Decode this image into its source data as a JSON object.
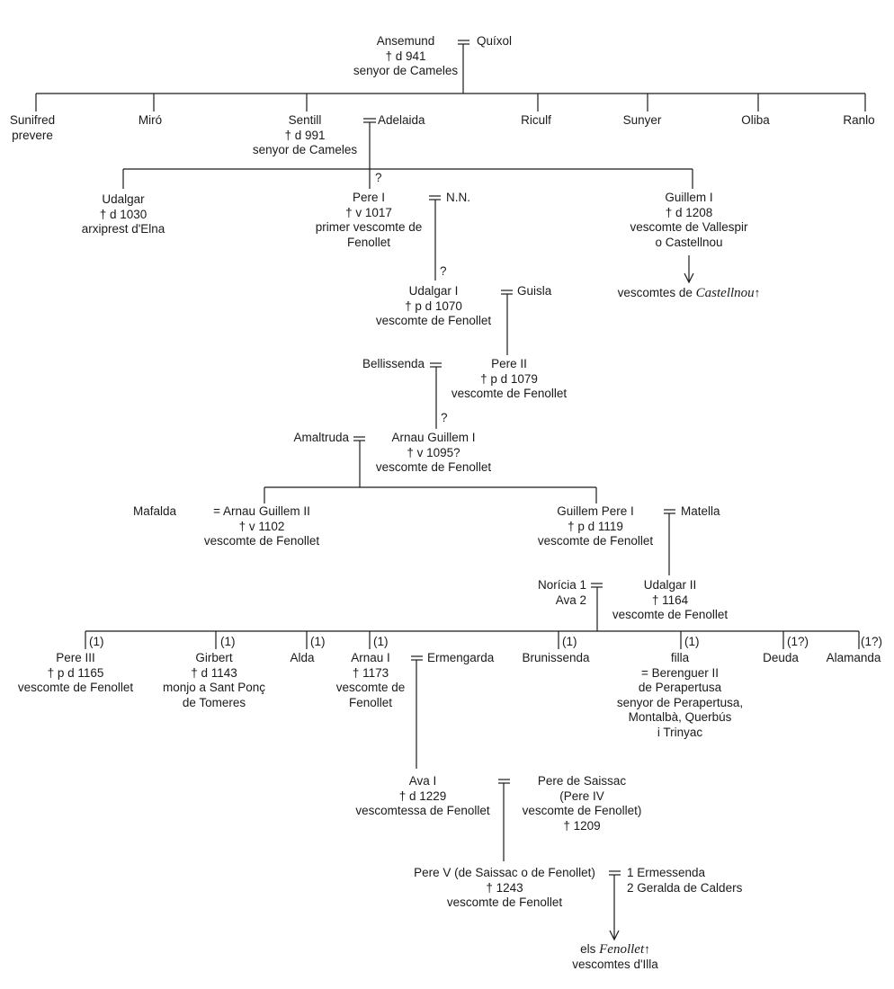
{
  "persons": {
    "ansemund": {
      "lines": [
        "Ansemund",
        "† d 941",
        "senyor de Cameles"
      ]
    },
    "quixol": {
      "lines": [
        "Quíxol"
      ]
    },
    "sunifred": {
      "lines": [
        "Sunifred",
        "prevere"
      ]
    },
    "miro": {
      "lines": [
        "Miró"
      ]
    },
    "sentill": {
      "lines": [
        "Sentill",
        "† d 991",
        "senyor de Cameles"
      ]
    },
    "adelaida": {
      "lines": [
        "Adelaida"
      ]
    },
    "riculf": {
      "lines": [
        "Riculf"
      ]
    },
    "sunyer": {
      "lines": [
        "Sunyer"
      ]
    },
    "oliba": {
      "lines": [
        "Oliba"
      ]
    },
    "ranlo": {
      "lines": [
        "Ranlo"
      ]
    },
    "udalgar": {
      "lines": [
        "Udalgar",
        "† d 1030",
        "arxiprest d'Elna"
      ]
    },
    "pere1": {
      "lines": [
        "Pere I",
        "† v 1017",
        "primer vescomte de",
        "Fenollet"
      ]
    },
    "nn": {
      "lines": [
        "N.N."
      ]
    },
    "guillem1": {
      "lines": [
        "Guillem I",
        "† d 1208",
        "vescomte de Vallespir",
        "o Castellnou"
      ]
    },
    "castellnou": {
      "prefix": "vescomtes de",
      "name": "Castellnou",
      "arrow": "↑"
    },
    "udalgar1": {
      "lines": [
        "Udalgar I",
        "† p d 1070",
        "vescomte de Fenollet"
      ]
    },
    "guisla": {
      "lines": [
        "Guisla"
      ]
    },
    "bellissenda": {
      "lines": [
        "Bellissenda"
      ]
    },
    "pere2": {
      "lines": [
        "Pere II",
        "† p d 1079",
        "vescomte de Fenollet"
      ]
    },
    "amaltruda": {
      "lines": [
        "Amaltruda"
      ]
    },
    "arnau_g1": {
      "lines": [
        "Arnau Guillem I",
        "† v 1095?",
        "vescomte de Fenollet"
      ]
    },
    "mafalda": {
      "lines": [
        "Mafalda"
      ]
    },
    "arnau_g2": {
      "lines": [
        "= Arnau Guillem II",
        "† v 1102",
        "vescomte de Fenollet"
      ]
    },
    "guillem_p1": {
      "lines": [
        "Guillem Pere I",
        "† p d 1119",
        "vescomte de Fenollet"
      ]
    },
    "matella": {
      "lines": [
        "Matella"
      ]
    },
    "noricia": {
      "lines": [
        "Norícia 1",
        "Ava 2"
      ]
    },
    "udalgar2": {
      "lines": [
        "Udalgar II",
        "† 1164",
        "vescomte de Fenollet"
      ]
    },
    "pere3": {
      "lines": [
        "Pere III",
        "† p d 1165",
        "vescomte de Fenollet"
      ]
    },
    "girbert": {
      "lines": [
        "Girbert",
        "† d 1143",
        "monjo a Sant Ponç",
        "de Tomeres"
      ]
    },
    "alda": {
      "lines": [
        "Alda"
      ]
    },
    "arnau1": {
      "lines": [
        "Arnau I",
        "† 1173",
        "vescomte de",
        "Fenollet"
      ]
    },
    "ermengarda": {
      "lines": [
        "Ermengarda"
      ]
    },
    "brunissenda": {
      "lines": [
        "Brunissenda"
      ]
    },
    "filla": {
      "lines": [
        "filla",
        "= Berenguer II",
        "de Perapertusa",
        "senyor de Perapertusa,",
        "Montalbà, Querbús",
        "i Trinyac"
      ]
    },
    "deuda": {
      "lines": [
        "Deuda"
      ]
    },
    "alamanda": {
      "lines": [
        "Alamanda"
      ]
    },
    "ava1": {
      "lines": [
        "Ava I",
        "† d 1229",
        "vescomtessa de Fenollet"
      ]
    },
    "pere_saissac": {
      "lines": [
        "Pere de Saissac",
        "(Pere IV",
        "vescomte de Fenollet)",
        "† 1209"
      ]
    },
    "pere5": {
      "lines": [
        "Pere V (de Saissac o de Fenollet)",
        "† 1243",
        "vescomte de Fenollet"
      ]
    },
    "ermessenda": {
      "lines": [
        "1 Ermessenda",
        "2 Geralda de Calders"
      ]
    },
    "fenollet": {
      "prefix": "els",
      "name": "Fenollet",
      "arrow": "↑",
      "line2": "vescomtes d'Illa"
    }
  },
  "marks": {
    "q1": "?",
    "q2": "?",
    "q3": "?",
    "m_pere3": "(1)",
    "m_girbert": "(1)",
    "m_alda": "(1)",
    "m_arnau1": "(1)",
    "m_brunissenda": "(1)",
    "m_filla": "(1)",
    "m_deuda": "(1?)",
    "m_alamanda": "(1?)"
  }
}
